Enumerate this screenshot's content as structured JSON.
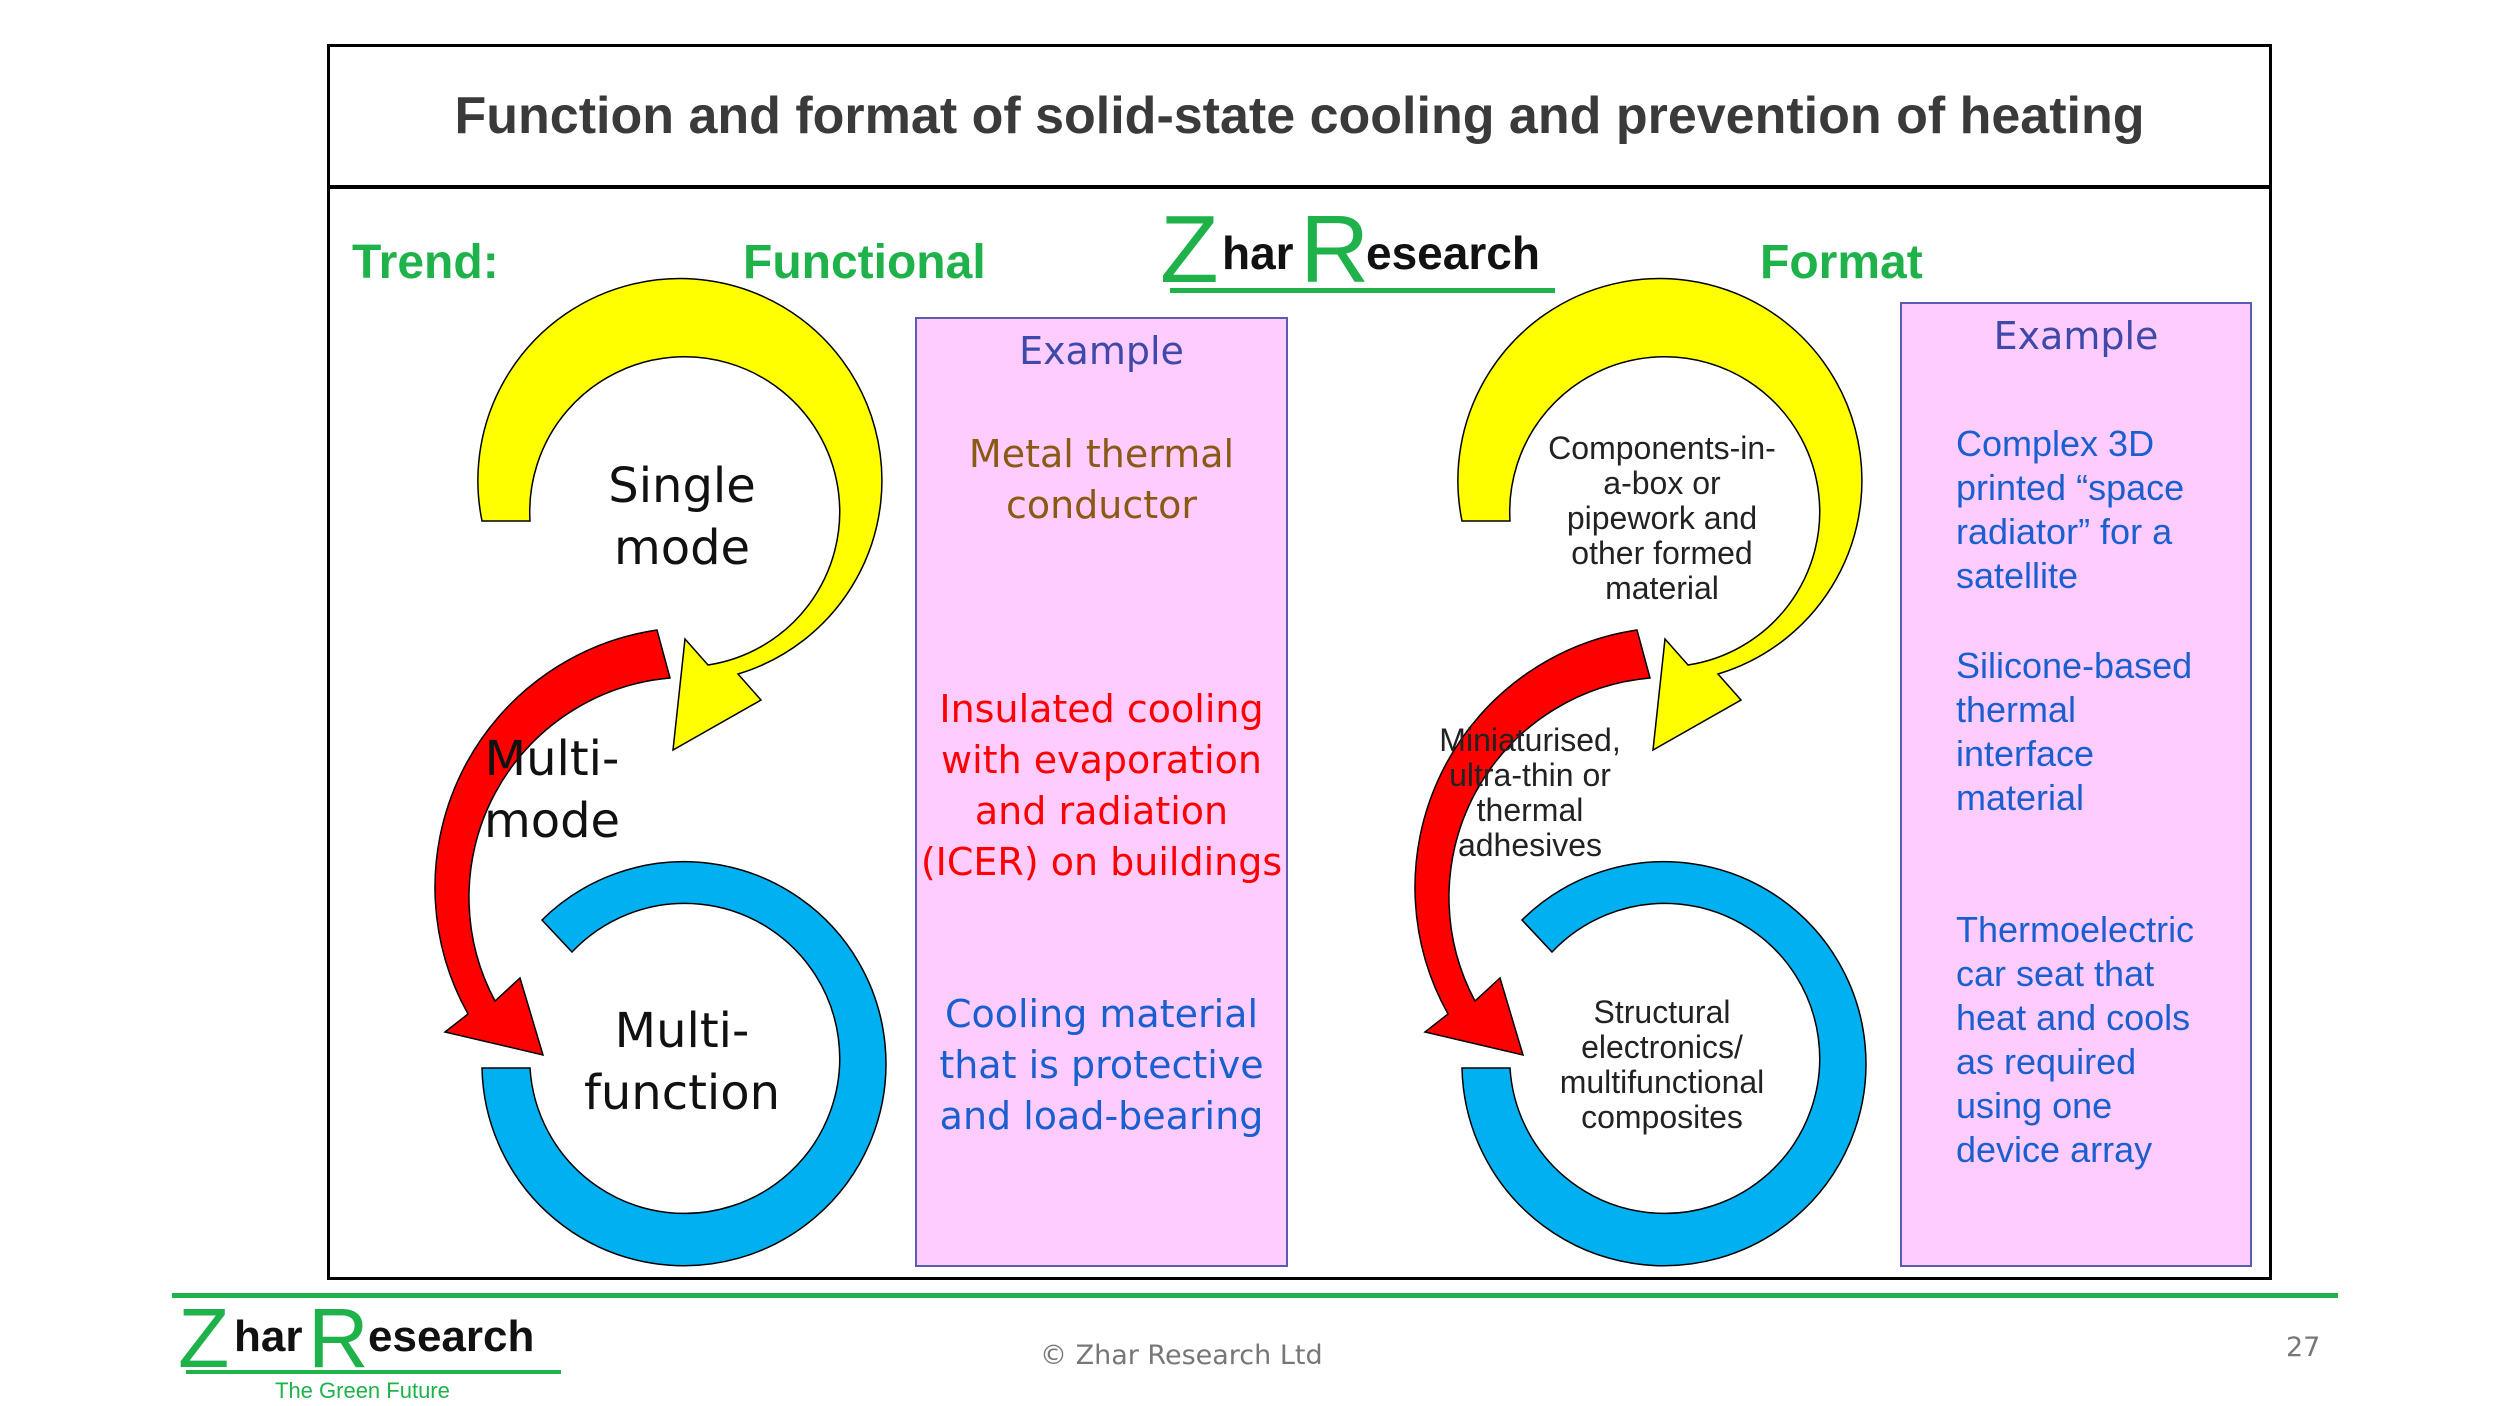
{
  "title": "Function and format of solid-state cooling and prevention of heating",
  "headers": {
    "trend": "Trend:",
    "functional": "Functional",
    "format": "Format"
  },
  "logo": {
    "z": "Z",
    "har": "har",
    "r": "R",
    "esearch": "esearch"
  },
  "footer": {
    "copyright": "© Zhar Research Ltd",
    "page_number": "27",
    "tagline": "The Green Future"
  },
  "functional_cycle": {
    "top": "Single\nmode",
    "middle": "Multi-\nmode",
    "bottom": "Multi-\nfunction"
  },
  "format_cycle": {
    "top": "Components-in-\na-box or\npipework and\nother formed\nmaterial",
    "middle": "Miniaturised,\nultra-thin or\nthermal\nadhesives",
    "bottom": "Structural\nelectronics/\nmultifunctional\ncomposites"
  },
  "functional_examples": {
    "title": "Example",
    "items": [
      {
        "text": "Metal thermal\nconductor",
        "color": "#8a5a14"
      },
      {
        "text": "Insulated cooling\nwith evaporation\nand radiation\n(ICER) on buildings",
        "color": "#ff0000"
      },
      {
        "text": "Cooling material\nthat is protective\nand load-bearing",
        "color": "#1a5fd0"
      }
    ]
  },
  "format_examples": {
    "title": "Example",
    "items": [
      {
        "text": "Complex 3D\nprinted “space\nradiator” for a\nsatellite"
      },
      {
        "text": "Silicone-based\nthermal\ninterface\nmaterial"
      },
      {
        "text": "Thermoelectric\ncar seat that\nheat and cools\nas required\nusing one\ndevice array"
      }
    ]
  },
  "colors": {
    "green": "#1fb24b",
    "yellow": "#ffff00",
    "red": "#ff0000",
    "blue": "#00b0f0",
    "example_bg": "#ffccff"
  }
}
